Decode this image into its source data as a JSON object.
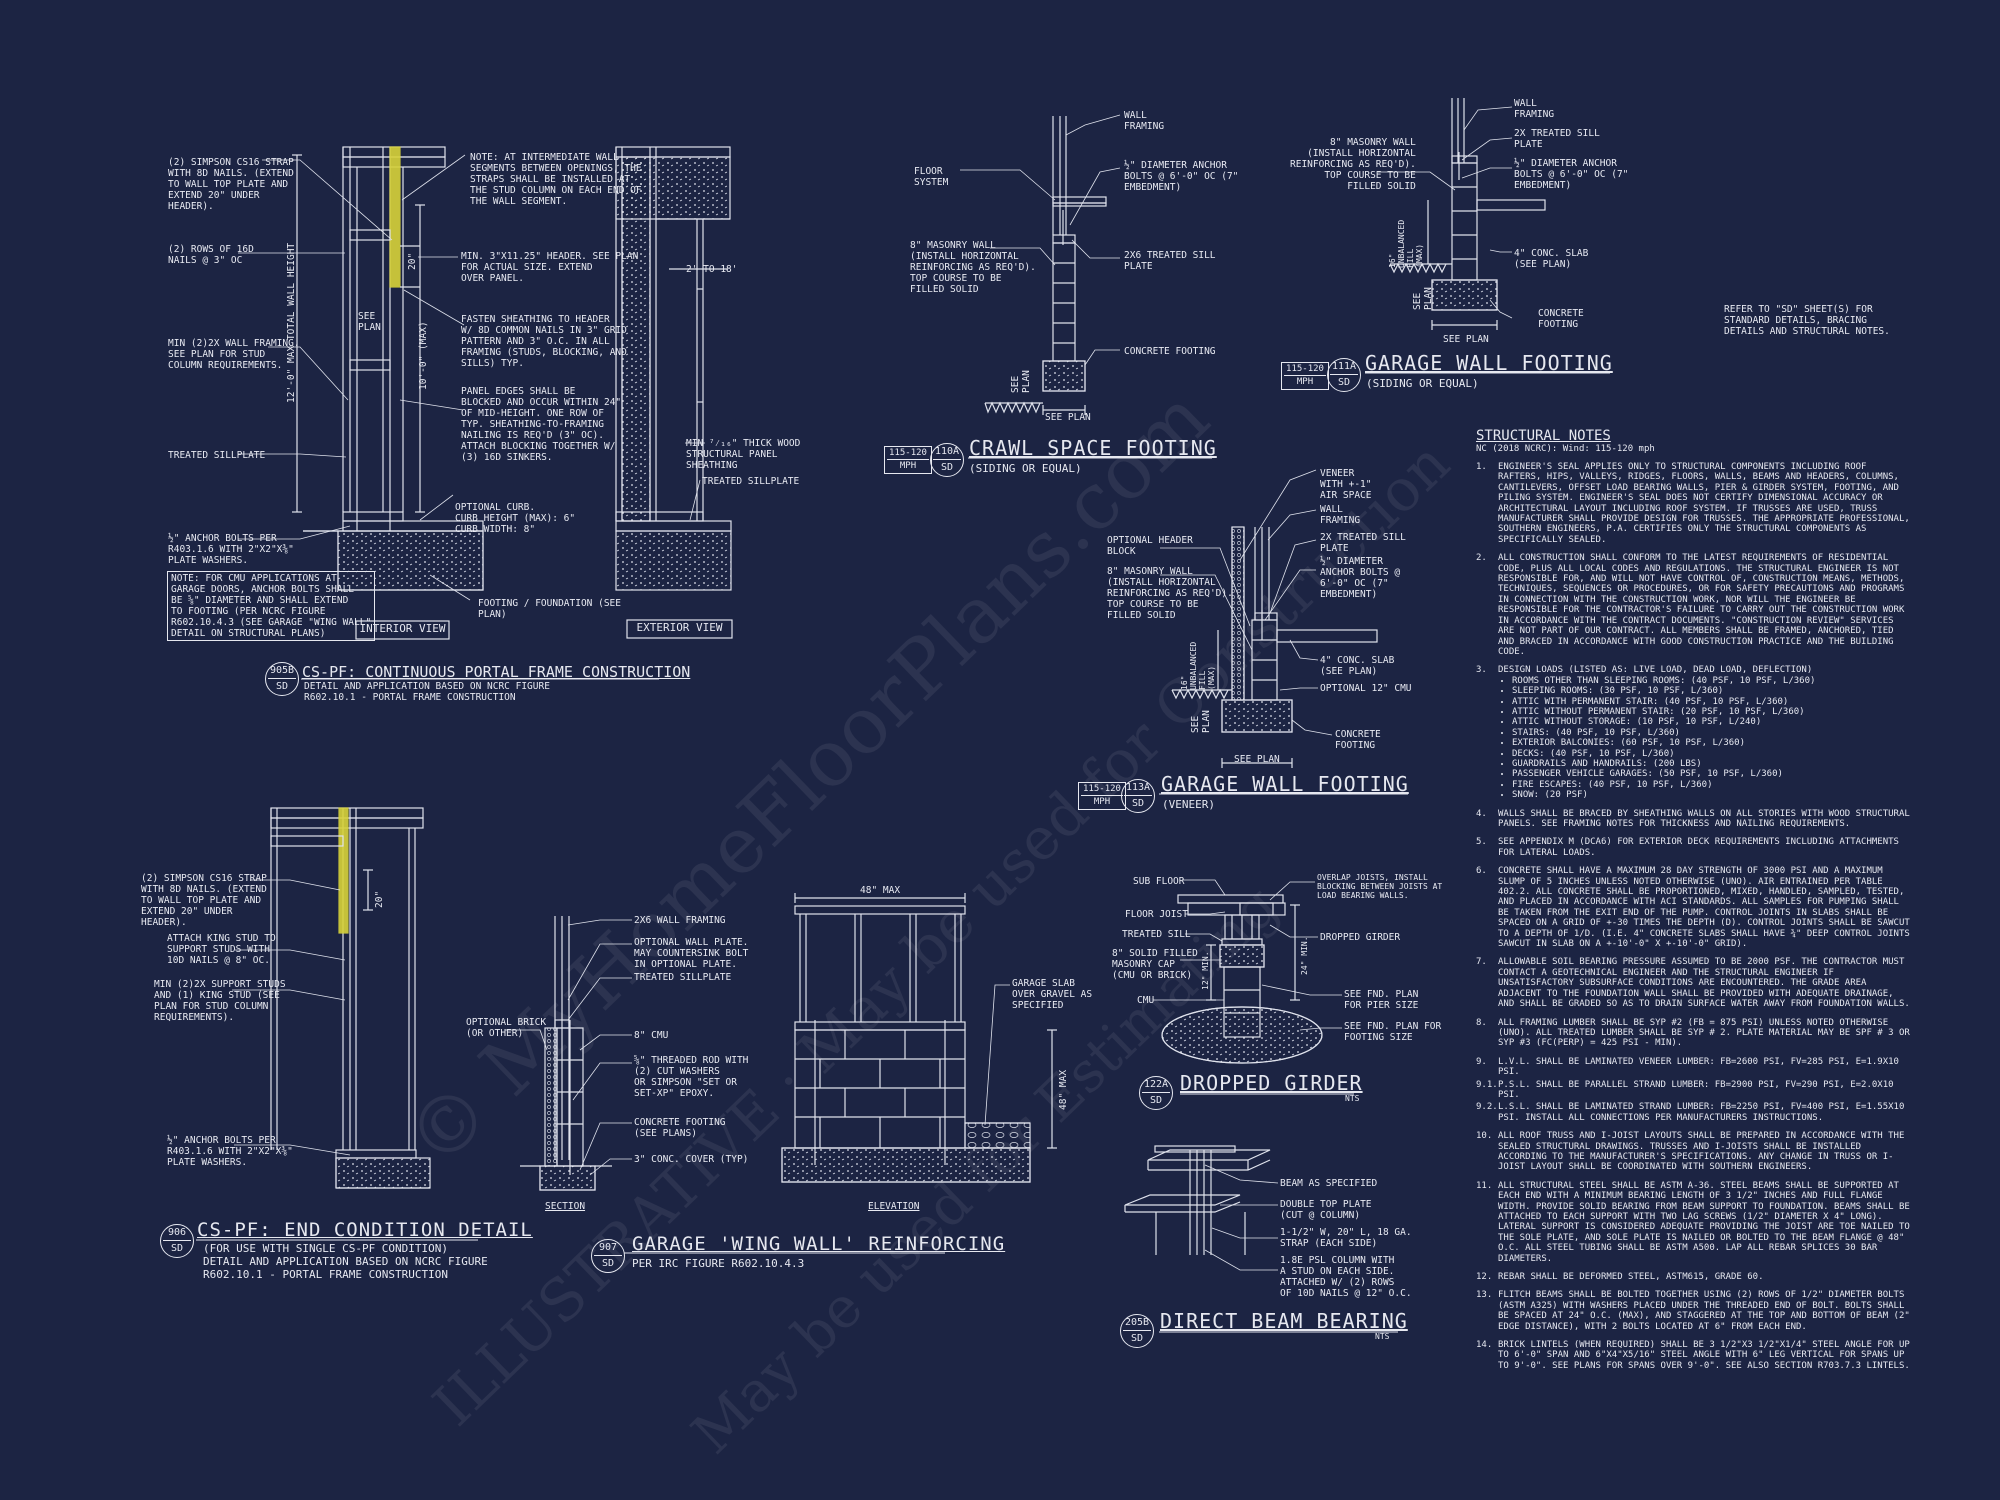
{
  "details": {
    "d905b": {
      "title": "CS-PF: CONTINUOUS PORTAL FRAME CONSTRUCTION",
      "bubble_top": "905B",
      "bubble_bottom": "SD",
      "sub": "DETAIL AND APPLICATION BASED ON NCRC FIGURE\nR602.10.1 - PORTAL FRAME CONSTRUCTION",
      "interior_view": "INTERIOR VIEW",
      "exterior_view": "EXTERIOR VIEW",
      "labels": {
        "strap": "(2) SIMPSON CS16 STRAP\nWITH 8d NAILS. (EXTEND\nTO WALL TOP PLATE AND\nEXTEND 20\" UNDER\nHEADER).",
        "nails": "(2) ROWS OF 16d\nNAILS @ 3\" OC",
        "see_plan": "SEE\nPLAN",
        "total_height": "12'-0\" MAX TOTAL WALL HEIGHT",
        "ten_max": "10'-0\" (MAX)",
        "min_framing": "MIN (2)2X WALL FRAMING.\nSEE PLAN FOR STUD\nCOLUMN REQUIREMENTS.",
        "treated_sill": "TREATED SILLPLATE",
        "anchor": "½\" ANCHOR BOLTS PER\nR403.1.6 WITH 2\"x2\"x⅜\"\nPLATE WASHERS.",
        "cmu_note": "NOTE: FOR CMU APPLICATIONS AT\nGARAGE DOORS, ANCHOR BOLTS SHALL\nBE ⅝\" DIAMETER AND SHALL EXTEND\nTO FOOTING (PER NCRC FIGURE\nR602.10.4.3 (SEE GARAGE \"WING WALL\"\nDETAIL ON STRUCTURAL PLANS)",
        "note_intermediate": "NOTE: AT INTERMEDIATE WALL\nSEGMENTS BETWEEN OPENINGS, THE\nSTRAPS SHALL BE INSTALLED AT\nTHE STUD COLUMN ON EACH END OF\nTHE WALL SEGMENT.",
        "twenty": "20\"",
        "header": "MIN. 3\"x11.25\" HEADER. SEE PLAN\nFOR ACTUAL SIZE. EXTEND\nOVER PANEL.",
        "fasten": "FASTEN SHEATHING TO HEADER\nW/ 8d COMMON NAILS IN 3\" GRID\nPATTERN AND 3\" O.C. IN ALL\nFRAMING (STUDS, BLOCKING, AND\nSILLS) TYP.",
        "panel_edges": "PANEL EDGES SHALL BE\nBLOCKED AND OCCUR WITHIN 24\"\nOF MID-HEIGHT. ONE ROW OF\nTYP. SHEATHING-TO-FRAMING\nNAILING IS REQ'D (3\" OC).\nATTACH BLOCKING TOGETHER W/\n(3) 16d SINKERS.",
        "curb": "OPTIONAL CURB.\nCURB HEIGHT (MAX): 6\"\nCURB WIDTH: 8\"",
        "footing": "FOOTING / FOUNDATION (SEE\nPLAN)",
        "two_to_18": "2' TO 18'",
        "min_7_16": "MIN ⁷⁄₁₆\" THICK WOOD\nSTRUCTURAL PANEL\nSHEATHING",
        "treated_sill_ext": "TREATED SILLPLATE"
      }
    },
    "d906": {
      "title": "CS-PF: END CONDITION DETAIL",
      "bubble_top": "906",
      "bubble_bottom": "SD",
      "sub": "(FOR USE WITH SINGLE CS-PF CONDITION)\nDETAIL AND APPLICATION BASED ON NCRC FIGURE\nR602.10.1 - PORTAL FRAME CONSTRUCTION",
      "labels": {
        "strap": "(2) SIMPSON CS16 STRAP\nWITH 8d NAILS. (EXTEND\nTO WALL TOP PLATE AND\nEXTEND 20\" UNDER\nHEADER).",
        "king": "ATTACH KING STUD TO\nSUPPORT STUDS WITH\n10d NAILS @ 8\" OC.",
        "support": "MIN (2)2X SUPPORT STUDS\nAND (1) KING STUD (SEE\nPLAN FOR STUD COLUMN\nREQUIREMENTS).",
        "anchor": "½\" ANCHOR BOLTS PER\nR403.1.6 WITH 2\"x2\"x⅜\"\nPLATE WASHERS.",
        "twenty": "20\""
      }
    },
    "d907": {
      "title": "GARAGE 'WING WALL' REINFORCING",
      "bubble_top": "907",
      "bubble_bottom": "SD",
      "sub": "PER IRC FIGURE R602.10.4.3",
      "section": "SECTION",
      "elevation": "ELEVATION",
      "labels": {
        "framing": "2x6 WALL FRAMING",
        "optional_plate": "OPTIONAL WALL PLATE.\nMAY COUNTERSINK BOLT\nIN OPTIONAL PLATE.",
        "treated": "TREATED SILLPLATE",
        "brick": "OPTIONAL BRICK\n(OR OTHER)",
        "cmu": "8\" CMU",
        "rod": "⅝\" THREADED ROD WITH\n(2) CUT WASHERS\nOR SIMPSON \"SET OR\nSET-XP\" EPOXY.",
        "concrete_footing": "CONCRETE FOOTING\n(SEE PLANS)",
        "cover": "3\" CONC. COVER (TYP)",
        "slab": "GARAGE SLAB\nOVER GRAVEL AS\nSPECIFIED",
        "max48": "48\" MAX",
        "max48v": "48\" MAX"
      }
    },
    "d110a": {
      "title": "CRAWL SPACE FOOTING",
      "sub": "(SIDING OR EQUAL)",
      "bubble_top": "110A",
      "bubble_bottom": "SD",
      "wind_top": "115-120",
      "wind_bottom": "MPH",
      "labels": {
        "wall": "WALL\nFRAMING",
        "floor": "FLOOR\nSYSTEM",
        "anchor": "½\" DIAMETER ANCHOR\nBOLTS @ 6'-0\" OC (7\"\nEMBEDMENT)",
        "masonry": "8\" MASONRY WALL\n(INSTALL HORIZONTAL\nREINFORCING AS REQ'D).\nTOP COURSE TO BE\nFILLED SOLID",
        "sill": "2x6 TREATED SILL\nPLATE",
        "footing": "CONCRETE FOOTING",
        "see_plan": "SEE PLAN",
        "see_plan_v": "SEE\nPLAN"
      }
    },
    "d111a": {
      "title": "GARAGE WALL FOOTING",
      "sub": "(SIDING OR EQUAL)",
      "bubble_top": "111A",
      "bubble_bottom": "SD",
      "wind_top": "115-120",
      "wind_bottom": "MPH",
      "labels": {
        "masonry": "8\" MASONRY WALL\n(INSTALL HORIZONTAL\nREINFORCING AS REQ'D).\nTOP COURSE TO BE\nFILLED SOLID",
        "wall": "WALL\nFRAMING",
        "sill": "2x TREATED SILL\nPLATE",
        "anchor": "½\" DIAMETER ANCHOR\nBOLTS @ 6'-0\" OC (7\"\nEMBEDMENT)",
        "slab": "4\" CONC. SLAB\n(SEE PLAN)",
        "footing": "CONCRETE\nFOOTING",
        "see_plan": "SEE PLAN",
        "unbalanced": "16\"\nUNBALANCED\nFILL\n(MAX)",
        "see_plan_v": "SEE\nPLAN"
      }
    },
    "d113a": {
      "title": "GARAGE WALL FOOTING",
      "sub": "(VENEER)",
      "bubble_top": "113A",
      "bubble_bottom": "SD",
      "wind_top": "115-120",
      "wind_bottom": "MPH",
      "labels": {
        "veneer": "VENEER\nWITH +-1\"\nAIR SPACE",
        "wall": "WALL\nFRAMING",
        "sill": "2x TREATED SILL\nPLATE",
        "anchor": "½\" DIAMETER\nANCHOR BOLTS @\n6'-0\" OC (7\"\nEMBEDMENT)",
        "header": "OPTIONAL HEADER\nBLOCK",
        "masonry": "8\" MASONRY WALL\n(INSTALL HORIZONTAL\nREINFORCING AS REQ'D).\nTOP COURSE TO BE\nFILLED SOLID",
        "slab": "4\" CONC. SLAB\n(SEE PLAN)",
        "cmu": "OPTIONAL 12\" CMU",
        "footing": "CONCRETE\nFOOTING",
        "see_plan": "SEE PLAN",
        "unbalanced": "16\"\nUNBALANCED\nFILL\n(MAX)",
        "see_plan_v": "SEE\nPLAN"
      }
    },
    "d122a": {
      "title": "DROPPED GIRDER",
      "nts": "NTS",
      "bubble_top": "122A",
      "bubble_bottom": "SD",
      "labels": {
        "sub_floor": "SUB FLOOR",
        "floor_joist": "FLOOR JOIST",
        "treated_sill": "TREATED SILL",
        "solid_filled": "8\" SOLID FILLED\nMASONRY CAP\n(CMU OR BRICK)",
        "cmu": "CMU",
        "overlap": "OVERLAP JOISTS, INSTALL\nBLOCKING BETWEEN JOISTS AT\nLOAD BEARING WALLS.",
        "dropped": "DROPPED GIRDER",
        "pier": "SEE FND. PLAN\nFOR PIER SIZE",
        "footing": "SEE FND. PLAN FOR\nFOOTING SIZE",
        "min12": "12\" MIN.",
        "min24": "24\" MIN."
      }
    },
    "d205b": {
      "title": "DIRECT BEAM BEARING",
      "nts": "NTS",
      "bubble_top": "205B",
      "bubble_bottom": "SD",
      "labels": {
        "beam": "BEAM AS SPECIFIED",
        "double_top": "DOUBLE TOP PLATE\n(CUT @ COLUMN)",
        "strap": "1-1/2\" W, 20\" L, 18 GA.\nSTRAP (EACH SIDE)",
        "column": "1.8E PSL COLUMN WITH\nA STUD ON EACH SIDE.\nATTACHED W/ (2) ROWS\nOF 10d NAILS @ 12\" O.C."
      }
    }
  },
  "refer_note": "REFER TO \"SD\" SHEET(S) FOR\nSTANDARD DETAILS, BRACING\nDETAILS AND STRUCTURAL NOTES.",
  "structural_notes": {
    "heading": "STRUCTURAL NOTES",
    "subheading": "NC (2018 NCRC): Wind: 115-120 mph",
    "items": [
      {
        "num": "1.",
        "text": "ENGINEER'S SEAL APPLIES ONLY TO STRUCTURAL COMPONENTS INCLUDING ROOF RAFTERS, HIPS, VALLEYS, RIDGES, FLOORS, WALLS, BEAMS AND HEADERS, COLUMNS, CANTILEVERS, OFFSET LOAD BEARING WALLS, PIER & GIRDER SYSTEM, FOOTING, AND PILING SYSTEM. ENGINEER'S SEAL DOES NOT CERTIFY DIMENSIONAL ACCURACY OR ARCHITECTURAL LAYOUT INCLUDING ROOF SYSTEM. IF TRUSSES ARE USED, TRUSS MANUFACTURER SHALL PROVIDE DESIGN FOR TRUSSES. THE APPROPRIATE PROFESSIONAL, SOUTHERN ENGINEERS, P.A. CERTIFIES ONLY THE STRUCTURAL COMPONENTS AS SPECIFICALLY SEALED."
      },
      {
        "num": "2.",
        "text": "ALL CONSTRUCTION SHALL CONFORM TO THE LATEST REQUIREMENTS OF RESIDENTIAL CODE, PLUS ALL LOCAL CODES AND REGULATIONS. THE STRUCTURAL ENGINEER IS NOT RESPONSIBLE FOR, AND WILL NOT HAVE CONTROL OF, CONSTRUCTION MEANS, METHODS, TECHNIQUES, SEQUENCES OR PROCEDURES, OR FOR SAFETY PRECAUTIONS AND PROGRAMS IN CONNECTION WITH THE CONSTRUCTION WORK, NOR WILL THE ENGINEER BE RESPONSIBLE FOR THE CONTRACTOR'S FAILURE TO CARRY OUT THE CONSTRUCTION WORK IN ACCORDANCE WITH THE CONTRACT DOCUMENTS. \"CONSTRUCTION REVIEW\" SERVICES ARE NOT PART OF OUR CONTRACT. ALL MEMBERS SHALL BE FRAMED, ANCHORED, TIED AND BRACED IN ACCORDANCE WITH GOOD CONSTRUCTION PRACTICE AND THE BUILDING CODE."
      },
      {
        "num": "3.",
        "text": "DESIGN LOADS (LISTED AS: LIVE LOAD, DEAD LOAD, DEFLECTION)",
        "list": [
          "ROOMS OTHER THAN SLEEPING ROOMS: (40 PSF, 10 PSF, L/360)",
          "SLEEPING ROOMS: (30 PSF, 10 PSF, L/360)",
          "ATTIC WITH PERMANENT STAIR: (40 PSF, 10 PSF, L/360)",
          "ATTIC WITHOUT PERMANENT STAIR: (20 PSF, 10 PSF, L/360)",
          "ATTIC WITHOUT STORAGE: (10 PSF, 10 PSF, L/240)",
          "STAIRS: (40 PSF, 10 PSF, L/360)",
          "EXTERIOR BALCONIES: (60 PSF, 10 PSF, L/360)",
          "DECKS: (40 PSF, 10 PSF, L/360)",
          "GUARDRAILS AND HANDRAILS: (200 LBS)",
          "PASSENGER VEHICLE GARAGES: (50 PSF, 10 PSF, L/360)",
          "FIRE ESCAPES: (40 PSF, 10 PSF, L/360)",
          "SNOW: (20 PSF)"
        ]
      },
      {
        "num": "4.",
        "text": "WALLS SHALL BE BRACED BY SHEATHING WALLS ON ALL STORIES WITH WOOD STRUCTURAL PANELS. SEE FRAMING NOTES FOR THICKNESS AND NAILING REQUIREMENTS."
      },
      {
        "num": "5.",
        "text": "SEE APPENDIX M (DCA6) FOR EXTERIOR DECK REQUIREMENTS INCLUDING ATTACHMENTS FOR LATERAL LOADS."
      },
      {
        "num": "6.",
        "text": "CONCRETE SHALL HAVE A MAXIMUM 28 DAY STRENGTH OF 3000 PSI AND A MAXIMUM SLUMP OF 5 INCHES UNLESS NOTED OTHERWISE (UNO). AIR ENTRAINED PER TABLE 402.2. ALL CONCRETE SHALL BE PROPORTIONED, MIXED, HANDLED, SAMPLED, TESTED, AND PLACED IN ACCORDANCE WITH ACI STANDARDS. ALL SAMPLES FOR PUMPING SHALL BE TAKEN FROM THE EXIT END OF THE PUMP. CONTROL JOINTS IN SLABS SHALL BE SPACED ON A GRID OF +-30 TIMES THE DEPTH (D). CONTROL JOINTS SHALL BE SAWCUT TO A DEPTH OF 1/D. (I.E. 4\" CONCRETE SLABS SHALL HAVE ¾\" DEEP CONTROL JOINTS SAWCUT IN SLAB ON A +-10'-0\" x +-10'-0\" GRID)."
      },
      {
        "num": "7.",
        "text": "ALLOWABLE SOIL BEARING PRESSURE ASSUMED TO BE 2000 PSF. THE CONTRACTOR MUST CONTACT A GEOTECHNICAL ENGINEER AND THE STRUCTURAL ENGINEER IF UNSATISFACTORY SUBSURFACE CONDITIONS ARE ENCOUNTERED. THE GRADE AREA ADJACENT TO THE FOUNDATION WALL SHALL BE PROVIDED WITH ADEQUATE DRAINAGE, AND SHALL BE GRADED SO AS TO DRAIN SURFACE WATER AWAY FROM FOUNDATION WALLS."
      },
      {
        "num": "8.",
        "text": "ALL FRAMING LUMBER SHALL BE SYP #2 (Fb = 875 PSI) UNLESS NOTED OTHERWISE (UNO). ALL TREATED LUMBER SHALL BE SYP # 2. PLATE MATERIAL MAY BE SPF # 3 OR SYP #3 (Fc(perp) = 425 PSI - MIN)."
      },
      {
        "num": "9.",
        "text": "L.V.L. SHALL BE LAMINATED VENEER LUMBER: Fb=2600 PSI, Fv=285 PSI, E=1.9x10 PSI.",
        "subs": [
          {
            "sn": "9.1.",
            "st": "P.S.L. SHALL BE PARALLEL STRAND LUMBER: Fb=2900 PSI, Fv=290 PSI, E=2.0x10 PSI."
          },
          {
            "sn": "9.2.",
            "st": "L.S.L. SHALL BE LAMINATED STRAND LUMBER: Fb=2250 PSI, Fv=400 PSI, E=1.55x10 PSI. INSTALL ALL CONNECTIONS PER MANUFACTURERS INSTRUCTIONS."
          }
        ]
      },
      {
        "num": "10.",
        "text": "ALL ROOF TRUSS AND I-JOIST LAYOUTS SHALL BE PREPARED IN ACCORDANCE WITH THE SEALED STRUCTURAL DRAWINGS. TRUSSES AND I-JOISTS SHALL BE INSTALLED ACCORDING TO THE MANUFACTURER'S SPECIFICATIONS. ANY CHANGE IN TRUSS OR I-JOIST LAYOUT SHALL BE COORDINATED WITH SOUTHERN ENGINEERS."
      },
      {
        "num": "11.",
        "text": "ALL STRUCTURAL STEEL SHALL BE ASTM A-36. STEEL BEAMS SHALL BE SUPPORTED AT EACH END WITH A MINIMUM BEARING LENGTH OF 3 1/2\" INCHES AND FULL FLANGE WIDTH. PROVIDE SOLID BEARING FROM BEAM SUPPORT TO FOUNDATION. BEAMS SHALL BE ATTACHED TO EACH SUPPORT WITH TWO LAG SCREWS (1/2\" DIAMETER x 4\" LONG). LATERAL SUPPORT IS CONSIDERED ADEQUATE PROVIDING THE JOIST ARE TOE NAILED TO THE SOLE PLATE, AND SOLE PLATE IS NAILED OR BOLTED TO THE BEAM FLANGE @ 48\" O.C. ALL STEEL TUBING SHALL BE ASTM A500. LAP ALL REBAR SPLICES 30 BAR DIAMETERS."
      },
      {
        "num": "12.",
        "text": "REBAR SHALL BE DEFORMED STEEL, ASTM615, GRADE 60."
      },
      {
        "num": "13.",
        "text": "FLITCH BEAMS SHALL BE BOLTED TOGETHER USING (2) ROWS OF 1/2\" DIAMETER BOLTS (ASTM A325) WITH WASHERS PLACED UNDER THE THREADED END OF BOLT. BOLTS SHALL BE SPACED AT 24\" O.C. (MAX), AND STAGGERED AT THE TOP AND BOTTOM OF BEAM (2\" EDGE DISTANCE), WITH 2 BOLTS LOCATED AT 6\" FROM EACH END."
      },
      {
        "num": "14.",
        "text": "BRICK LINTELS (WHEN REQUIRED) SHALL BE 3 1/2\"x3 1/2\"x1/4\" STEEL ANGLE FOR UP TO 6'-0\" SPAN AND 6\"x4\"x5/16\" STEEL ANGLE WITH 6\" LEG VERTICAL FOR SPANS UP TO 9'-0\". SEE PLANS FOR SPANS OVER 9'-0\". SEE ALSO SECTION R703.7.3 LINTELS."
      }
    ]
  },
  "watermark": {
    "line1": "© MyHomeFloorPlans.com",
    "line2": "ILLUSTRATIVE · May be used for Construction",
    "line3": "May be used for Estimating"
  },
  "colors": {
    "background": "#1c2443",
    "ink": "#e6e8f0",
    "strap": "#d8d23a"
  }
}
